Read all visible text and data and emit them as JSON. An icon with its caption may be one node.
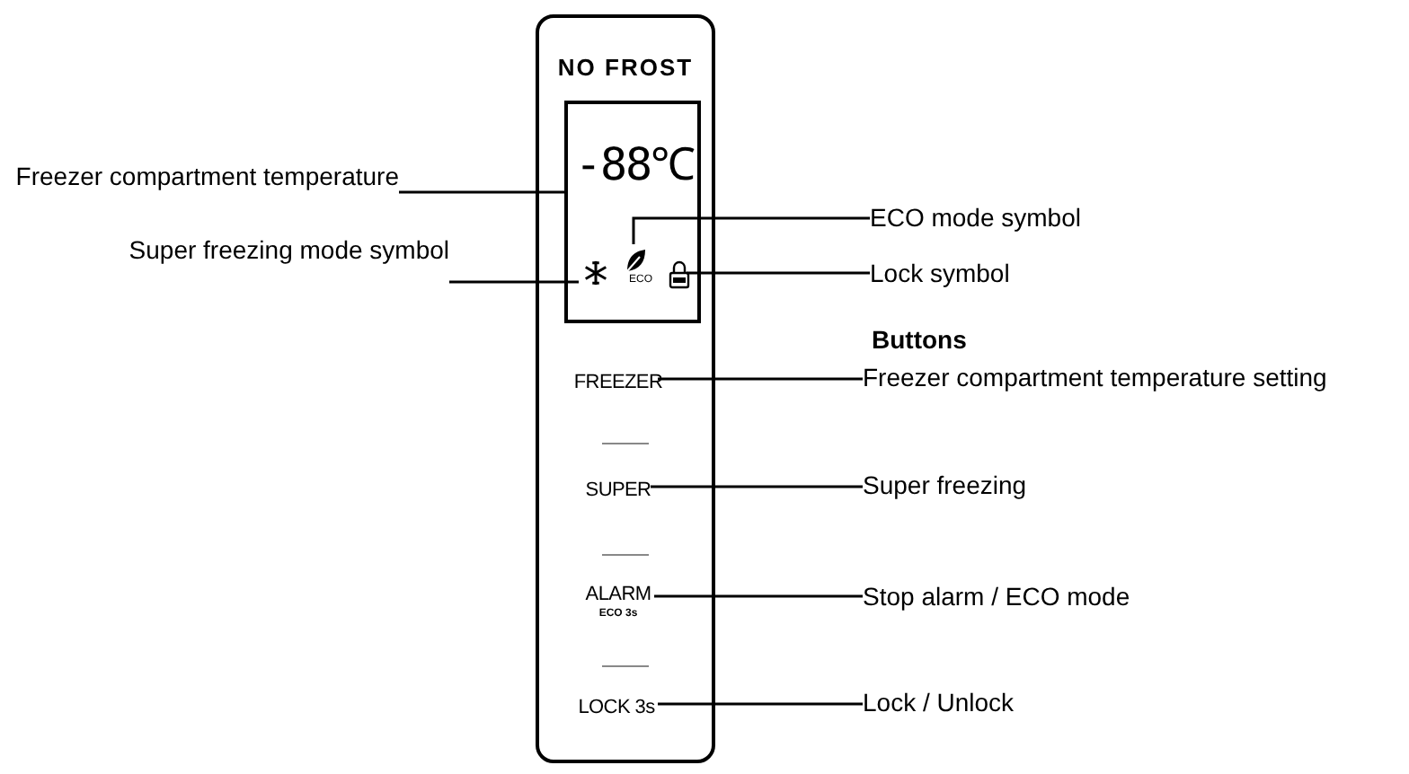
{
  "diagram": {
    "nodes": [
      {
        "text": [
          "NO FROST"
        ]
      },
      {
        "text": [],
        "shape": "box",
        "in": 0
      },
      {
        "text": [
          "-88℃"
        ],
        "in": 1
      },
      {
        "text": [],
        "shape": "snowflake",
        "in": 1
      },
      {
        "text": [
          "ECO"
        ],
        "in": 1
      },
      {
        "text": [],
        "shape": "padlock",
        "in": 1
      },
      {
        "text": [
          "FREEZER"
        ],
        "in": 0
      },
      {
        "text": [
          "SUPER"
        ],
        "in": 0
      },
      {
        "text": [
          "ALARM",
          "ECO 3s"
        ],
        "in": 0
      },
      {
        "text": [
          "LOCK 3s"
        ],
        "in": 0
      },
      {
        "text": [
          "Freezer compartment temperature"
        ]
      },
      {
        "text": [
          "Super freezing mode symbol"
        ]
      },
      {
        "text": [
          "ECO mode symbol"
        ]
      },
      {
        "text": [
          "Lock symbol"
        ]
      },
      {
        "text": [
          "Freezer compartment temperature setting"
        ]
      },
      {
        "text": [
          "Super freezing"
        ]
      },
      {
        "text": [
          "Stop alarm / ECO mode"
        ]
      },
      {
        "text": [
          "Lock / Unlock"
        ]
      }
    ],
    "edges": [
      {
        "from": 10,
        "to": 2,
        "arrow": "none"
      },
      {
        "from": 11,
        "to": 3,
        "arrow": "none"
      },
      {
        "from": 12,
        "to": 4,
        "arrow": "none"
      },
      {
        "from": 13,
        "to": 5,
        "arrow": "none"
      },
      {
        "from": 6,
        "to": 14,
        "arrow": "none"
      },
      {
        "from": 7,
        "to": 15,
        "arrow": "none"
      },
      {
        "from": 8,
        "to": 16,
        "arrow": "none"
      },
      {
        "from": 9,
        "to": 17,
        "arrow": "none"
      }
    ],
    "labels": [
      "Buttons"
    ]
  }
}
